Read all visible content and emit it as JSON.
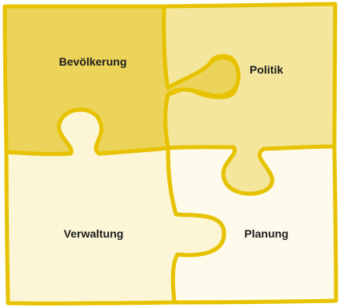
{
  "pieces": {
    "top_left": {
      "label": "Bevölkerung",
      "color": "#ecd45a"
    },
    "top_right": {
      "label": "Politik",
      "color": "#f4e69c"
    },
    "bottom_left": {
      "label": "Verwaltung",
      "color": "#fcf6d6"
    },
    "bottom_right": {
      "label": "Planung",
      "color": "#fefbec"
    }
  },
  "outline_color": "#e6c200"
}
